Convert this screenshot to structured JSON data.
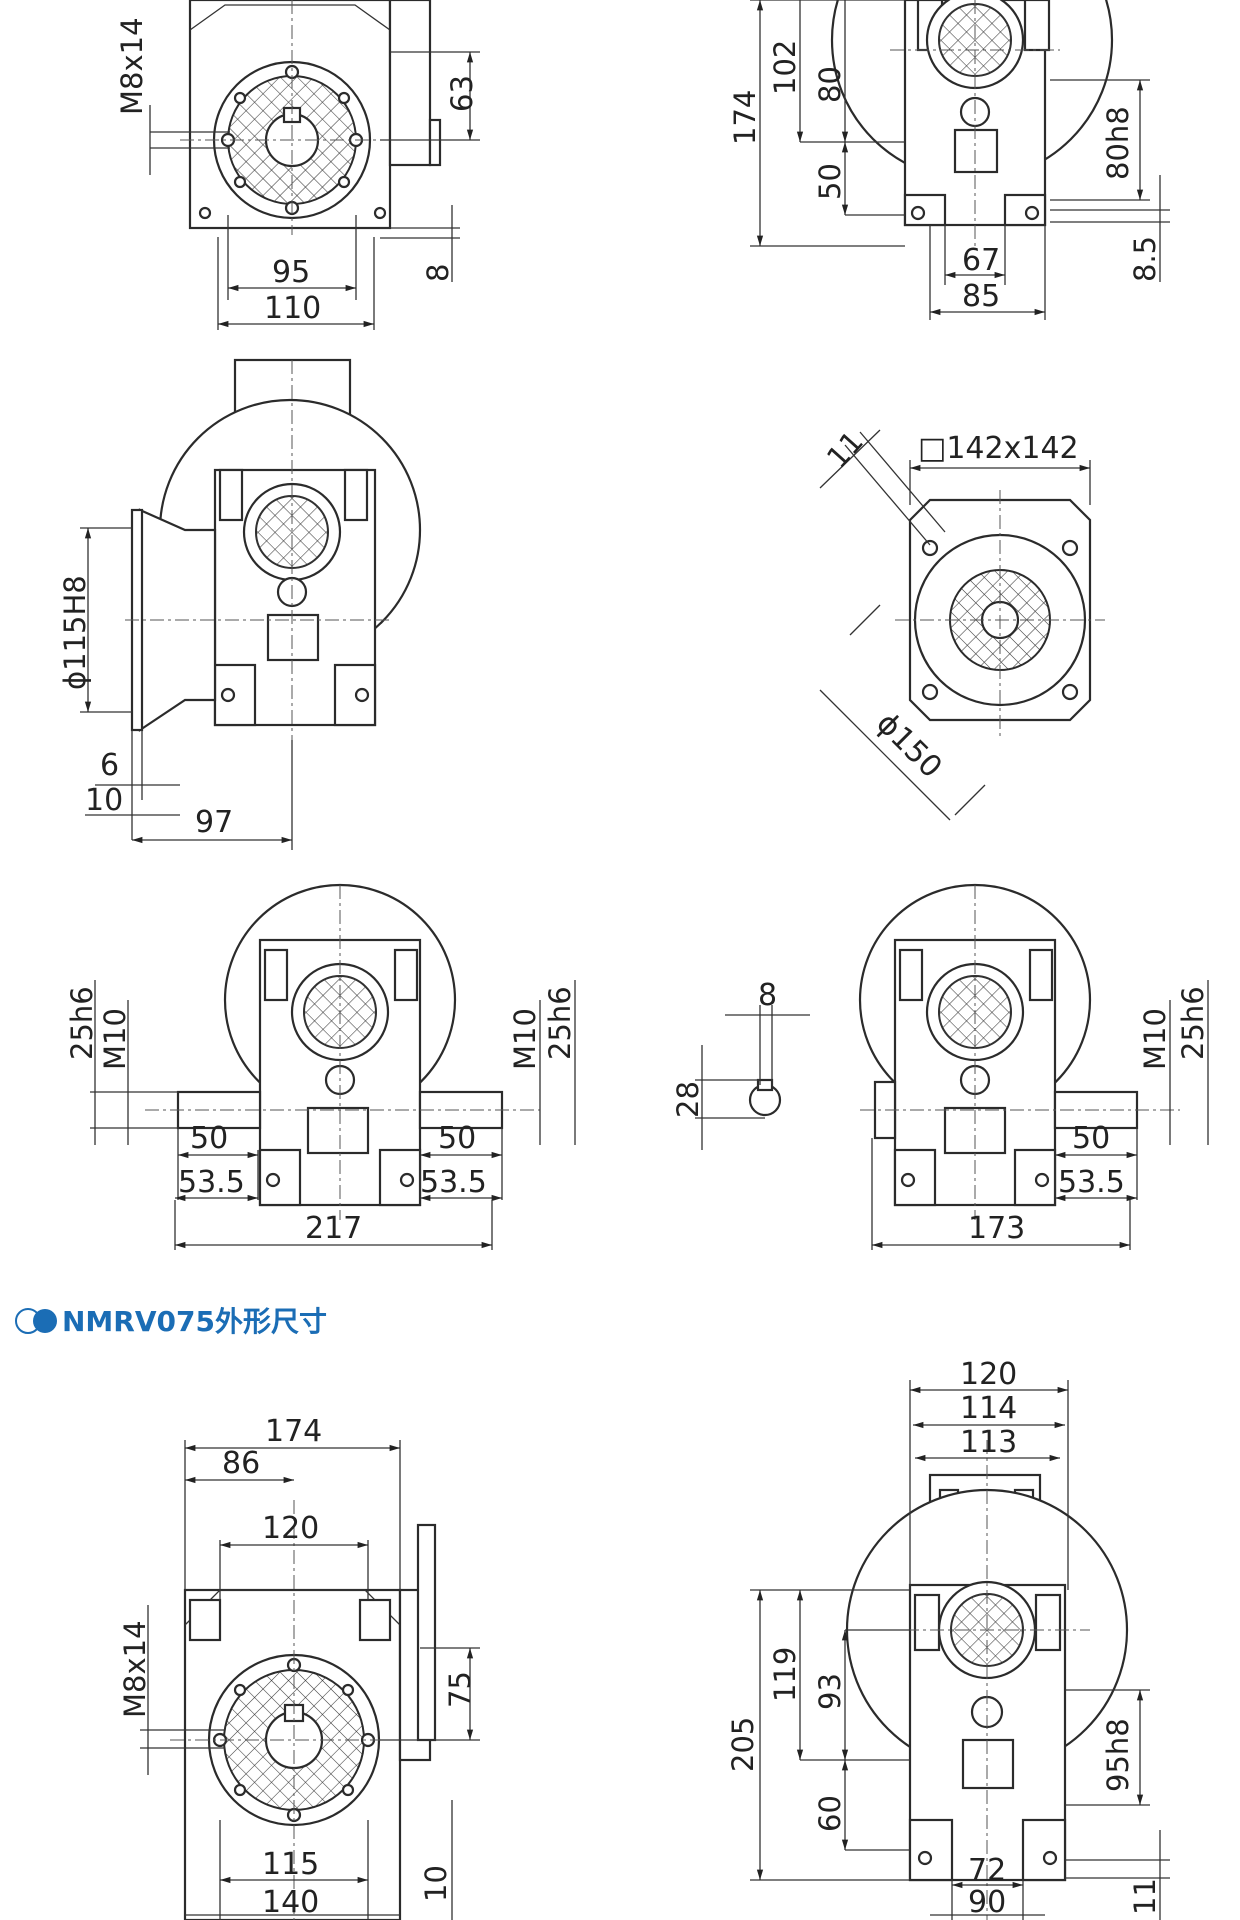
{
  "colors": {
    "accent": "#1b6db5",
    "line": "#2b2b2b"
  },
  "sections": {
    "nmrv063": {
      "front_view": {
        "bolt": "M8x14",
        "height": "63",
        "bottom": "8",
        "inner_width": "95",
        "outer_width": "110"
      },
      "side_view": {
        "total_height": "174",
        "upper": "102",
        "center": "80",
        "lower": "50",
        "bore": "80h8",
        "foot": "8.5",
        "inner_width": "67",
        "outer_width": "85"
      },
      "flange_view": {
        "bore": "ϕ115H8",
        "d1": "6",
        "d2": "10",
        "length": "97"
      },
      "flange_face": {
        "square": "□142x142",
        "slot": "11",
        "pcd": "ϕ150"
      },
      "shaft_double": {
        "left_shaft": "25h6",
        "left_thread": "M10",
        "right_thread": "M10",
        "right_shaft": "25h6",
        "left_len": "50",
        "left_total": "53.5",
        "right_len": "50",
        "right_total": "53.5",
        "overall": "217"
      },
      "key_detail": {
        "width": "8",
        "height": "28"
      },
      "shaft_single": {
        "thread": "M10",
        "shaft": "25h6",
        "len": "50",
        "total": "53.5",
        "overall": "173"
      }
    },
    "nmrv075": {
      "title": "NMRV075外形尺寸",
      "front_view": {
        "overall_top": "174",
        "half": "86",
        "flange": "120",
        "bolt": "M8x14",
        "height": "75",
        "inner_width": "115",
        "outer_width": "140",
        "bottom": "10"
      },
      "side_view": {
        "w1": "120",
        "w2": "114",
        "w3": "113",
        "total_height": "205",
        "upper": "119",
        "center": "93",
        "lower": "60",
        "bore": "95h8",
        "foot": "11",
        "inner_width": "72",
        "outer_width": "90"
      }
    }
  }
}
